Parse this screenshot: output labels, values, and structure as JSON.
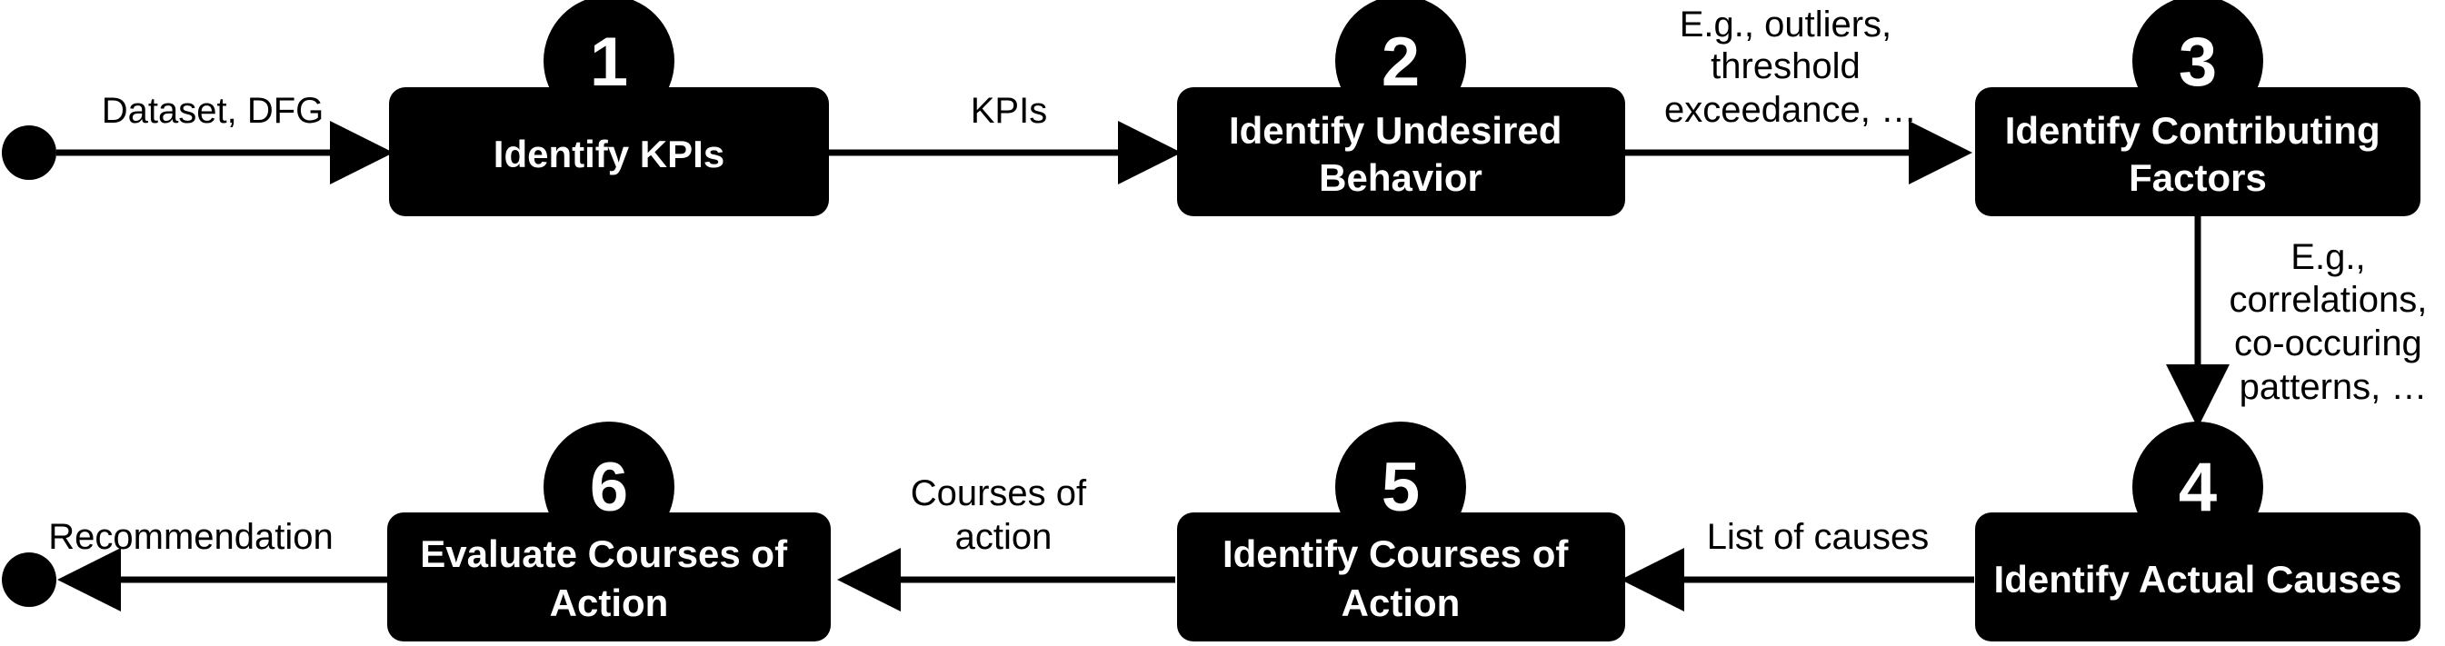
{
  "colors": {
    "box_fill": "#000000",
    "box_text": "#ffffff",
    "arrow": "#000000",
    "label_text": "#000000"
  },
  "steps": [
    {
      "number": "1",
      "lines": [
        "Identify KPIs"
      ]
    },
    {
      "number": "2",
      "lines": [
        "Identify Undesired",
        "Behavior"
      ]
    },
    {
      "number": "3",
      "lines": [
        "Identify Contributing",
        "Factors"
      ]
    },
    {
      "number": "4",
      "lines": [
        "Identify Actual Causes"
      ]
    },
    {
      "number": "5",
      "lines": [
        "Identify Courses of",
        "Action"
      ]
    },
    {
      "number": "6",
      "lines": [
        "Evaluate Courses of",
        "Action"
      ]
    }
  ],
  "edges": [
    {
      "from": "start",
      "to": "step-1",
      "label": [
        "Dataset, DFG"
      ]
    },
    {
      "from": "step-1",
      "to": "step-2",
      "label": [
        "KPIs"
      ]
    },
    {
      "from": "step-2",
      "to": "step-3",
      "label": [
        "E.g., outliers,",
        "threshold",
        "exceedance, …"
      ]
    },
    {
      "from": "step-3",
      "to": "step-4",
      "label": [
        "E.g.,",
        "correlations,",
        "co-occuring",
        "patterns, …"
      ]
    },
    {
      "from": "step-4",
      "to": "step-5",
      "label": [
        "List of causes"
      ]
    },
    {
      "from": "step-5",
      "to": "step-6",
      "label": [
        "Courses of",
        "action"
      ]
    },
    {
      "from": "step-6",
      "to": "end",
      "label": [
        "Recommendation"
      ]
    }
  ]
}
